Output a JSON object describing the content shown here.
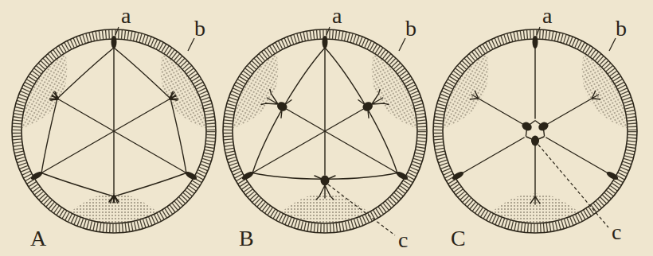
{
  "diagram": {
    "labels": [
      "a",
      "b",
      "A",
      "a",
      "b",
      "c",
      "B",
      "a",
      "b",
      "c",
      "C"
    ]
  }
}
